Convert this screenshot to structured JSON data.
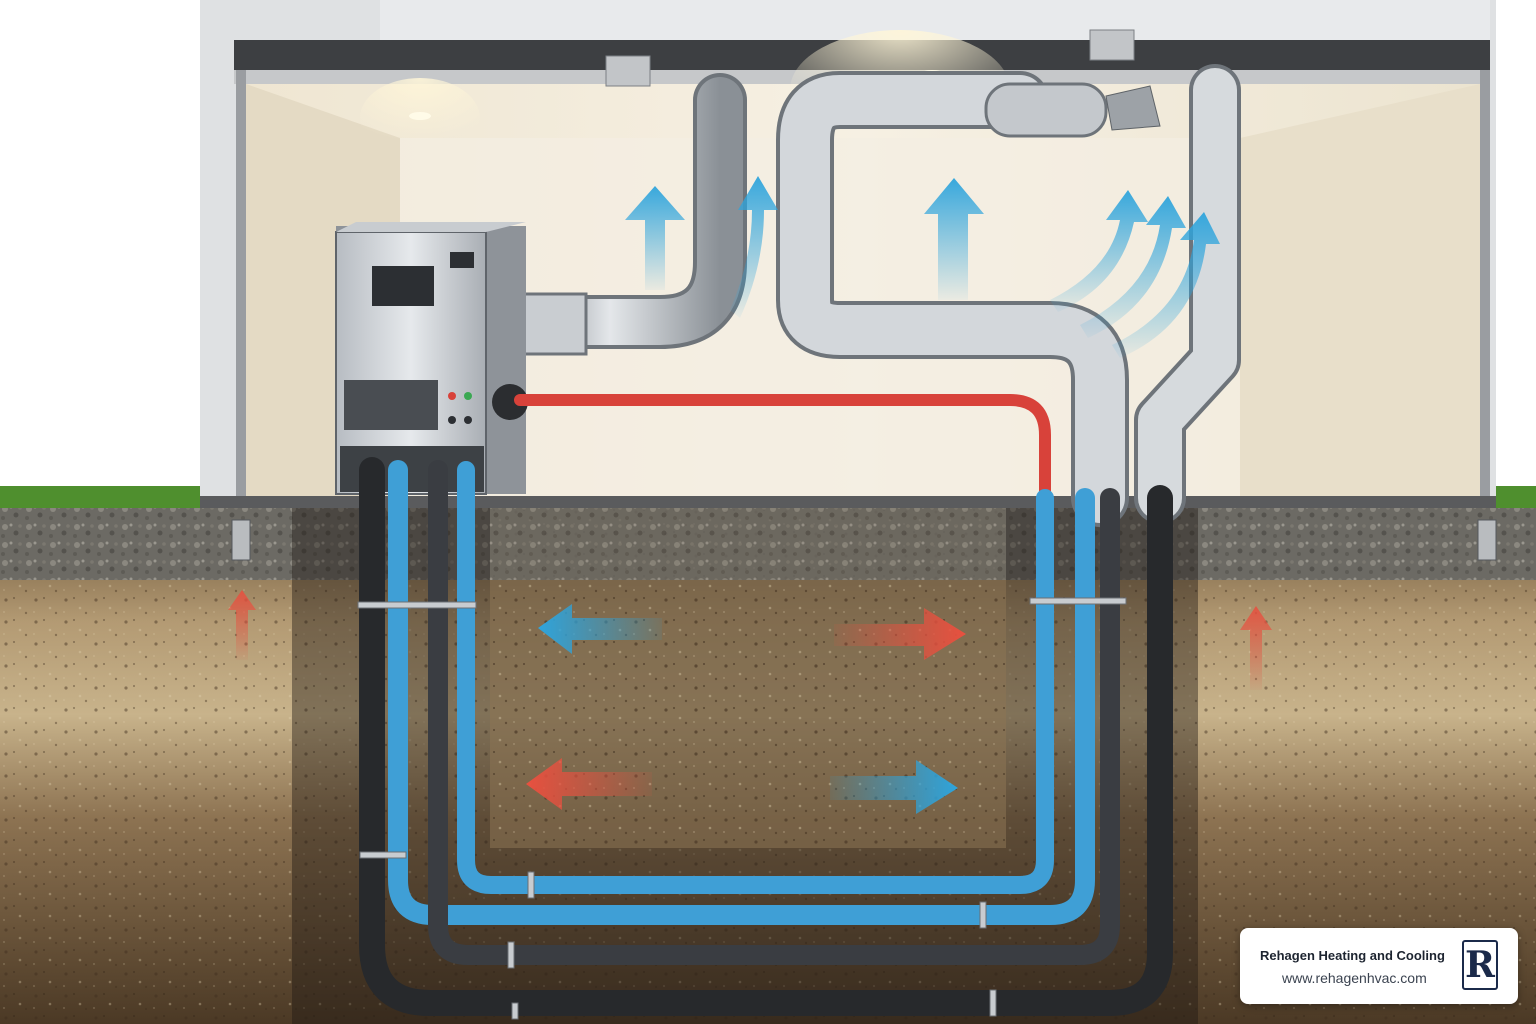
{
  "brand": {
    "name": "Rehagen Heating and Cooling",
    "url": "www.rehagenhvac.com",
    "logo_letter": "R",
    "logo_color": "#1b2a4a"
  },
  "colors": {
    "heat_arrow": "#e8503f",
    "cool_arrow": "#2ea4dc",
    "supply_pipe": "#3f9fd6",
    "return_pipe": "#3a3d42",
    "hot_line": "#d8423a",
    "duct": "#b9bec4",
    "soil_dark": "#4e3a26",
    "soil_light": "#b49a72",
    "gravel": "#6a6862",
    "grass": "#4f8f2e",
    "wall": "#f2ece0"
  },
  "icons": {
    "air_flow": "arrow-up-icon",
    "ground_heat_out": "arrow-left-icon",
    "ground_heat_in": "arrow-right-icon"
  }
}
